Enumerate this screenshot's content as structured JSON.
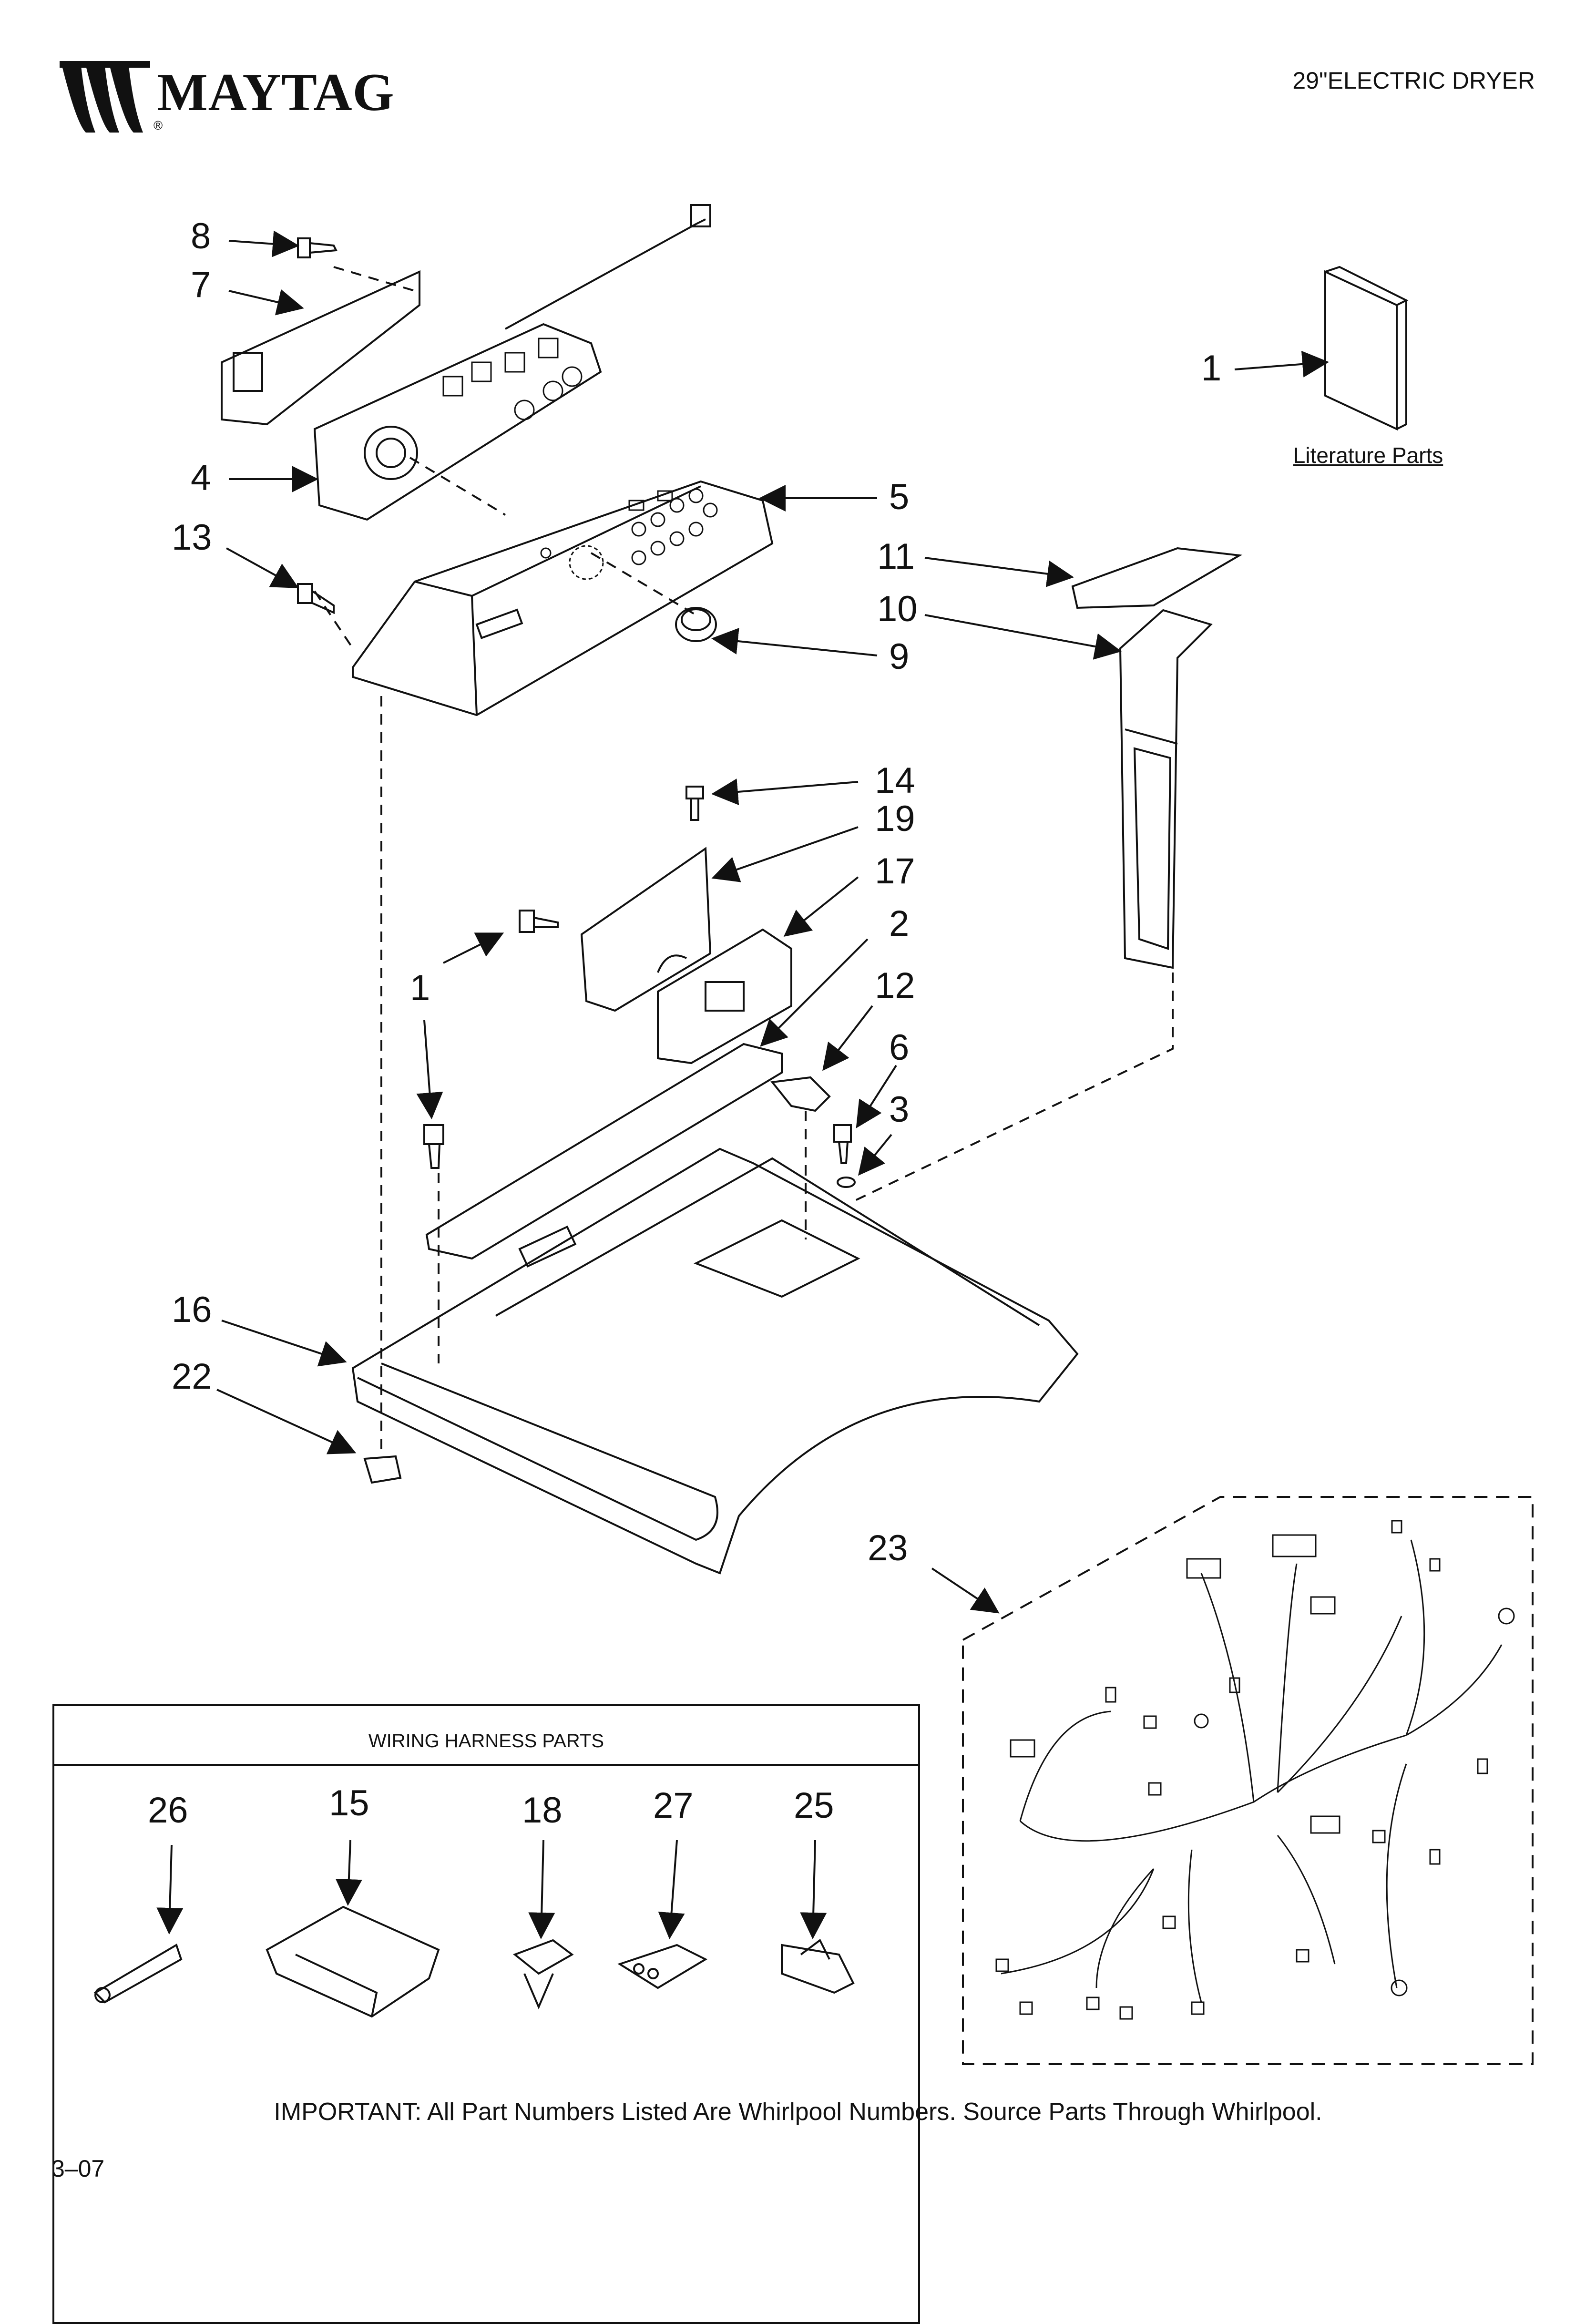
{
  "header": {
    "brand": "MAYTAG",
    "registered": "®",
    "title": "29\"ELECTRIC DRYER"
  },
  "callouts": {
    "c8": "8",
    "c7": "7",
    "c4": "4",
    "c13": "13",
    "c5": "5",
    "c9": "9",
    "c1_lit": "1",
    "c11": "11",
    "c10": "10",
    "c14": "14",
    "c19": "19",
    "c17": "17",
    "c2": "2",
    "c1": "1",
    "c12": "12",
    "c6": "6",
    "c3": "3",
    "c16": "16",
    "c22": "22",
    "c23": "23"
  },
  "literature_label": "Literature Parts",
  "wiring_box": {
    "title": "WIRING HARNESS PARTS",
    "parts": [
      "26",
      "15",
      "18",
      "27",
      "25"
    ]
  },
  "footer_note": "IMPORTANT: All Part Numbers Listed Are Whirlpool Numbers. Source Parts Through Whirlpool.",
  "revision": "3–07"
}
